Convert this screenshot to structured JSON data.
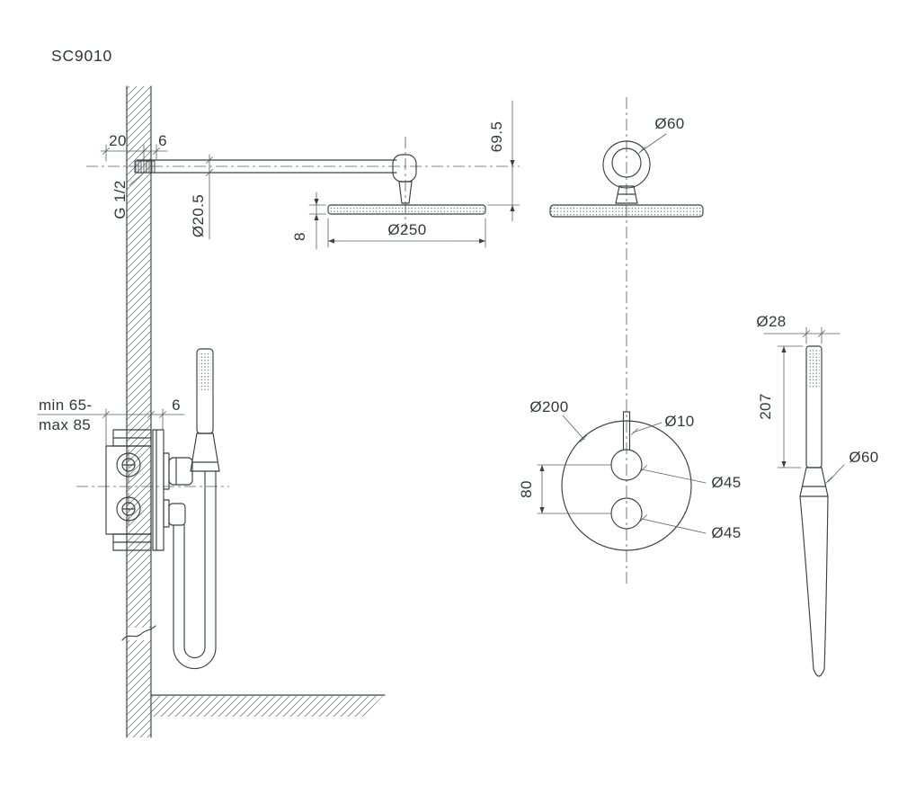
{
  "title": "SC9010",
  "side_view": {
    "thread_protrusion": "20",
    "escutcheon_gap": "6",
    "thread_size": "G 1/2",
    "arm_diameter": "Ø20.5",
    "head_drop": "69.5",
    "head_thickness": "8",
    "head_diameter": "Ø250",
    "install_depth_min": "min 65-",
    "install_depth_max": "max 85",
    "plate_offset": "6"
  },
  "head_front_view": {
    "ball_joint_diameter": "Ø60"
  },
  "valve_front_view": {
    "plate_diameter": "Ø200",
    "stem_diameter": "Ø10",
    "upper_knob_diameter": "Ø45",
    "lower_knob_diameter": "Ø45",
    "knob_spacing": "80"
  },
  "hand_shower_view": {
    "handle_diameter": "Ø28",
    "handle_length": "207",
    "spray_head_diameter": "Ø60"
  }
}
